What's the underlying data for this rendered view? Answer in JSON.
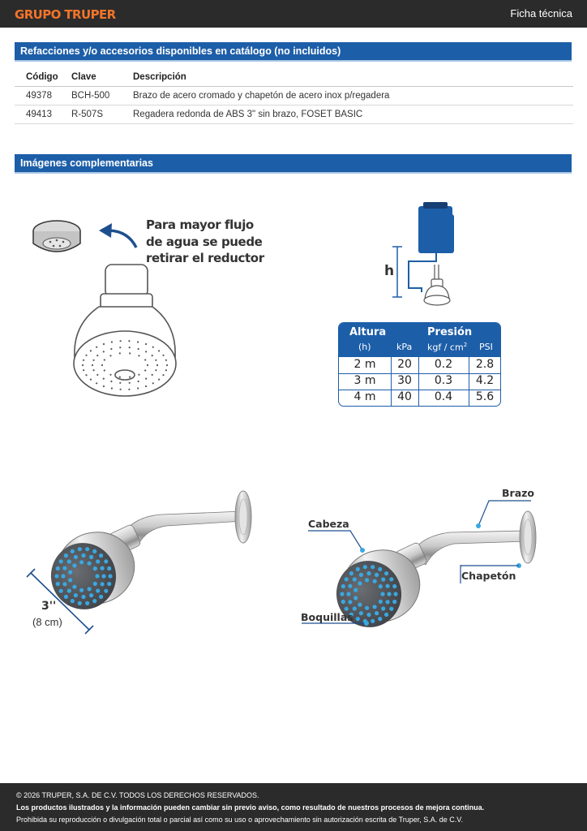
{
  "header": {
    "brand": "GRUPO TRUPER",
    "doc_type": "Ficha técnica"
  },
  "accessories": {
    "title": "Refacciones y/o accesorios disponibles en catálogo (no incluidos)",
    "columns": [
      "Código",
      "Clave",
      "Descripción"
    ],
    "rows": [
      [
        "49378",
        "BCH-500",
        "Brazo de acero cromado y chapetón de acero inox p/regadera"
      ],
      [
        "49413",
        "R-507S",
        "Regadera redonda de ABS 3\" sin brazo, FOSET BASIC"
      ]
    ]
  },
  "images_section": {
    "title": "Imágenes complementarias"
  },
  "reductor_note": [
    "Para mayor flujo",
    "de agua se puede",
    "retirar el reductor"
  ],
  "height_label": "h",
  "pressure_table": {
    "col1_title": "Altura",
    "col1_unit": "(h)",
    "group_title": "Presión",
    "unit_kpa": "kPa",
    "unit_kgf": "kgf / cm",
    "unit_kgf_exp": "2",
    "unit_psi": "PSI",
    "rows": [
      [
        "2 m",
        "20",
        "0.2",
        "2.8"
      ],
      [
        "3 m",
        "30",
        "0.3",
        "4.2"
      ],
      [
        "4 m",
        "40",
        "0.4",
        "5.6"
      ]
    ]
  },
  "dimension": {
    "value": "3''",
    "metric": "(8 cm)"
  },
  "callouts": {
    "brazo": "Brazo",
    "cabeza": "Cabeza",
    "chapeton": "Chapetón",
    "boquillas": "Boquillas"
  },
  "footer": {
    "copyright": "© 2026 TRUPER, S.A. DE C.V. TODOS LOS DERECHOS RESERVADOS.",
    "notice": "Los productos ilustrados y la información pueden cambiar sin previo aviso, como resultado de nuestros procesos de mejora continua.",
    "prohibition": "Prohibida su reproducción o divulgación total o parcial así como su uso o aprovechamiento sin autorización escrita de Truper, S.A. de C.V."
  },
  "colors": {
    "brand_orange": "#f2742a",
    "accent_blue": "#1d5ea8",
    "header_dark": "#2b2b2b",
    "nozzle_blue": "#3aa8e0"
  }
}
